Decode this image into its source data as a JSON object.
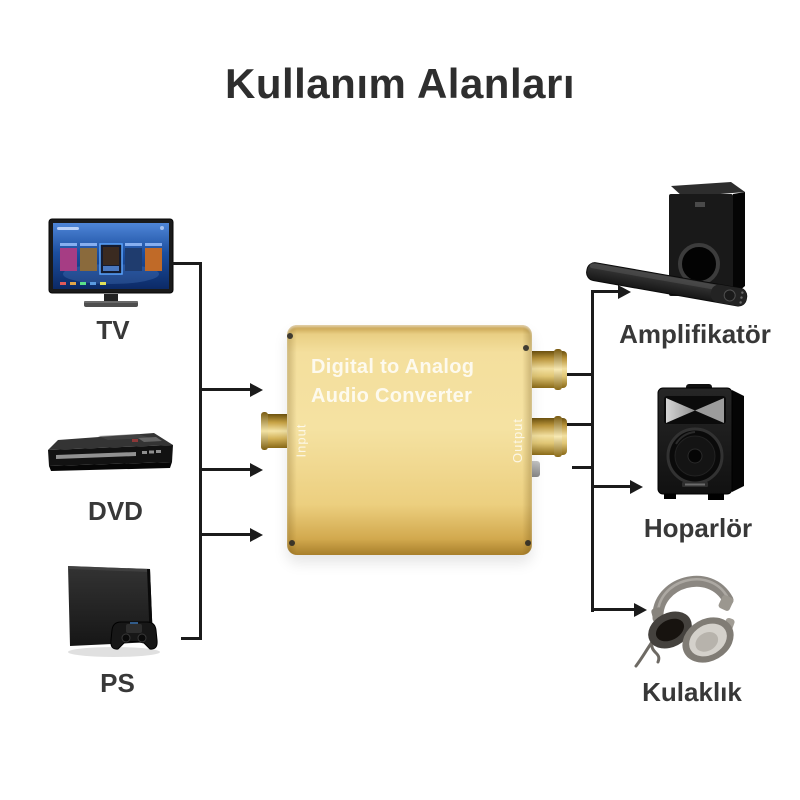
{
  "page": {
    "title": "Kullanım Alanları",
    "background_color": "#ffffff"
  },
  "converter": {
    "name_line1": "Digital to Analog",
    "name_line2": "Audio Converter",
    "input_label": "Input",
    "output_label": "Output",
    "body_color_light": "#f5e2a2",
    "body_color_dark": "#a87f2b",
    "connector_brass_color": "#e8d087"
  },
  "inputs": [
    {
      "id": "tv",
      "label": "TV",
      "image": "flat-screen-smart-tv"
    },
    {
      "id": "dvd",
      "label": "DVD",
      "image": "dvd-player"
    },
    {
      "id": "ps",
      "label": "PS",
      "image": "playstation-console-with-controller"
    }
  ],
  "outputs": [
    {
      "id": "amplifier",
      "label": "Amplifikatör",
      "image": "soundbar-with-subwoofer"
    },
    {
      "id": "speaker",
      "label": "Hoparlör",
      "image": "pa-speaker"
    },
    {
      "id": "headphones",
      "label": "Kulaklık",
      "image": "over-ear-headphones"
    }
  ],
  "connections": {
    "left_bus_sources": [
      "tv",
      "dvd",
      "ps"
    ],
    "left_bus_target": "converter-input",
    "right_bus_source": "converter-output",
    "right_bus_targets": [
      "amplifier",
      "speaker",
      "headphones"
    ]
  },
  "colors": {
    "line": "#1b1b1b",
    "title_text": "#2e2e2e",
    "label_text": "#383838",
    "tv_screen_blue": "#1c4fa0"
  }
}
